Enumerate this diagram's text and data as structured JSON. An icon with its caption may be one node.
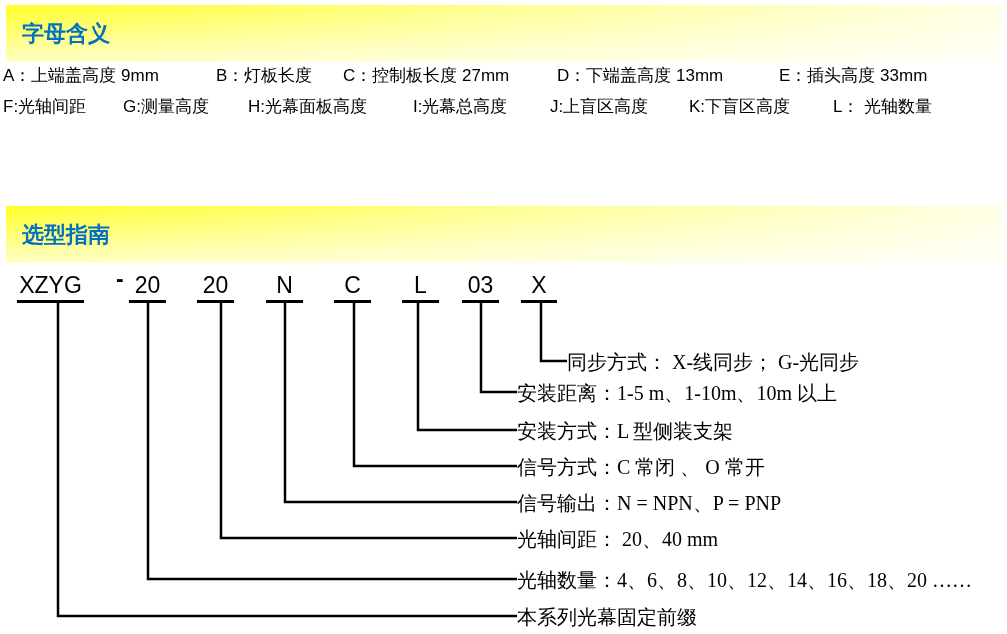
{
  "diagram": {
    "nodes": [
      {
        "text": [
          "字母含义"
        ]
      },
      {
        "text": [
          "选型指南"
        ]
      },
      {
        "text": [
          "XZYG"
        ]
      },
      {
        "text": [
          "20"
        ]
      },
      {
        "text": [
          "20"
        ]
      },
      {
        "text": [
          "N"
        ]
      },
      {
        "text": [
          "C"
        ]
      },
      {
        "text": [
          "L"
        ]
      },
      {
        "text": [
          "03"
        ]
      },
      {
        "text": [
          "X"
        ]
      },
      {
        "text": [
          "同步方式： X-线同步； G-光同步"
        ]
      },
      {
        "text": [
          "安装距离：1-5 m、1-10m、10m 以上"
        ]
      },
      {
        "text": [
          "安装方式：L 型侧装支架"
        ]
      },
      {
        "text": [
          "信号方式：C 常闭 、 O 常开"
        ]
      },
      {
        "text": [
          "信号输出：N = NPN、P = PNP"
        ]
      },
      {
        "text": [
          "光轴间距： 20、40 mm"
        ]
      },
      {
        "text": [
          "光轴数量：4、6、8、10、12、14、16、18、20 ……"
        ]
      },
      {
        "text": [
          "本系列光幕固定前缀"
        ]
      }
    ],
    "edges": [
      {
        "from": 2,
        "to": 17,
        "arrow": "none"
      },
      {
        "from": 3,
        "to": 16,
        "arrow": "none"
      },
      {
        "from": 4,
        "to": 15,
        "arrow": "none"
      },
      {
        "from": 5,
        "to": 14,
        "arrow": "none"
      },
      {
        "from": 6,
        "to": 13,
        "arrow": "none"
      },
      {
        "from": 7,
        "to": 12,
        "arrow": "none"
      },
      {
        "from": 8,
        "to": 11,
        "arrow": "none"
      },
      {
        "from": 9,
        "to": 10,
        "arrow": "none"
      }
    ],
    "labels": [
      "A：上端盖高度 9mm",
      "B：灯板长度",
      "C：控制板长度 27mm",
      "D：下端盖高度 13mm",
      "E：插头高度 33mm",
      "F:光轴间距",
      "G:测量高度",
      "H:光幕面板高度",
      "I:光幕总高度",
      "J:上盲区高度",
      "K:下盲区高度",
      "L： 光轴数量",
      "-"
    ]
  }
}
